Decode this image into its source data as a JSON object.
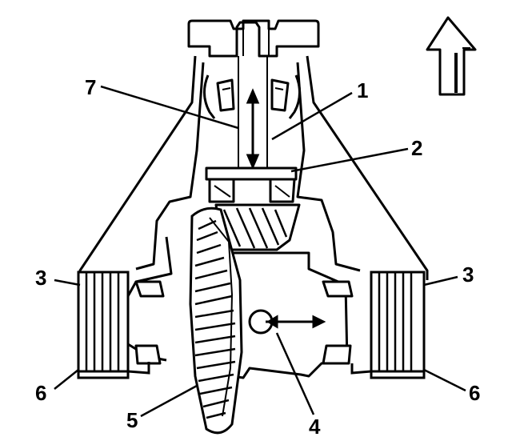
{
  "callouts": {
    "c1": "1",
    "c2": "2",
    "c3_left": "3",
    "c3_right": "3",
    "c4": "4",
    "c5": "5",
    "c6_left": "6",
    "c6_right": "6",
    "c7": "7"
  },
  "icons": {
    "direction_arrow": "up-arrow-icon"
  },
  "colors": {
    "line": "#000000",
    "fill": "#ffffff"
  }
}
